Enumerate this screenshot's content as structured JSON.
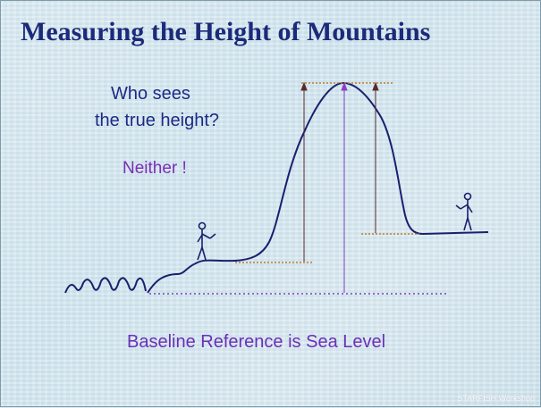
{
  "slide": {
    "title": "Measuring the Height of Mountains",
    "question_line1": "Who sees",
    "question_line2": "the true height?",
    "answer": "Neither !",
    "baseline_caption": "Baseline Reference is Sea Level",
    "credit": "STARFISH Workshop"
  },
  "colors": {
    "title": "#1b2a7a",
    "question": "#1c2a86",
    "answer": "#7a2fb5",
    "caption": "#6a2fb8",
    "mountain": "#1a1f6e",
    "dotted_orange": "#c07a2a",
    "dotted_purple": "#7a3fc0",
    "arrow_dark": "#5a2a2a",
    "arrow_purple": "#8a3fc8"
  },
  "icons": [
    "stick-figure-left",
    "stick-figure-right",
    "waves"
  ]
}
